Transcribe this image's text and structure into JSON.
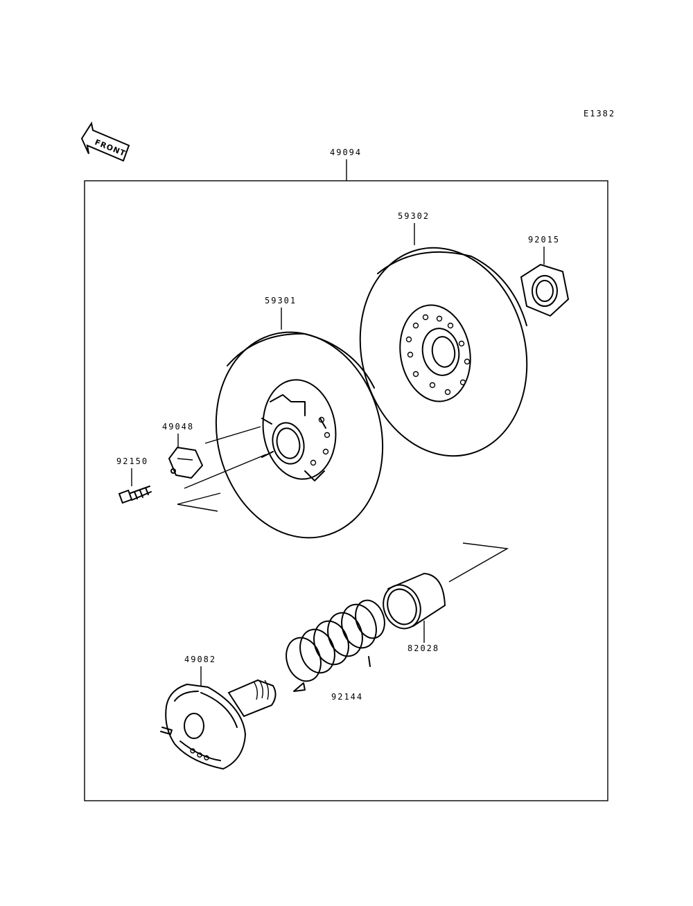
{
  "diagram_id": "E1382",
  "front_label": "FRONT",
  "assembly_part": "49094",
  "parts": {
    "p59302": "59302",
    "p92015": "92015",
    "p59301": "59301",
    "p49048": "49048",
    "p92150": "92150",
    "p82028": "82028",
    "p49082": "49082",
    "p92144": "92144"
  }
}
